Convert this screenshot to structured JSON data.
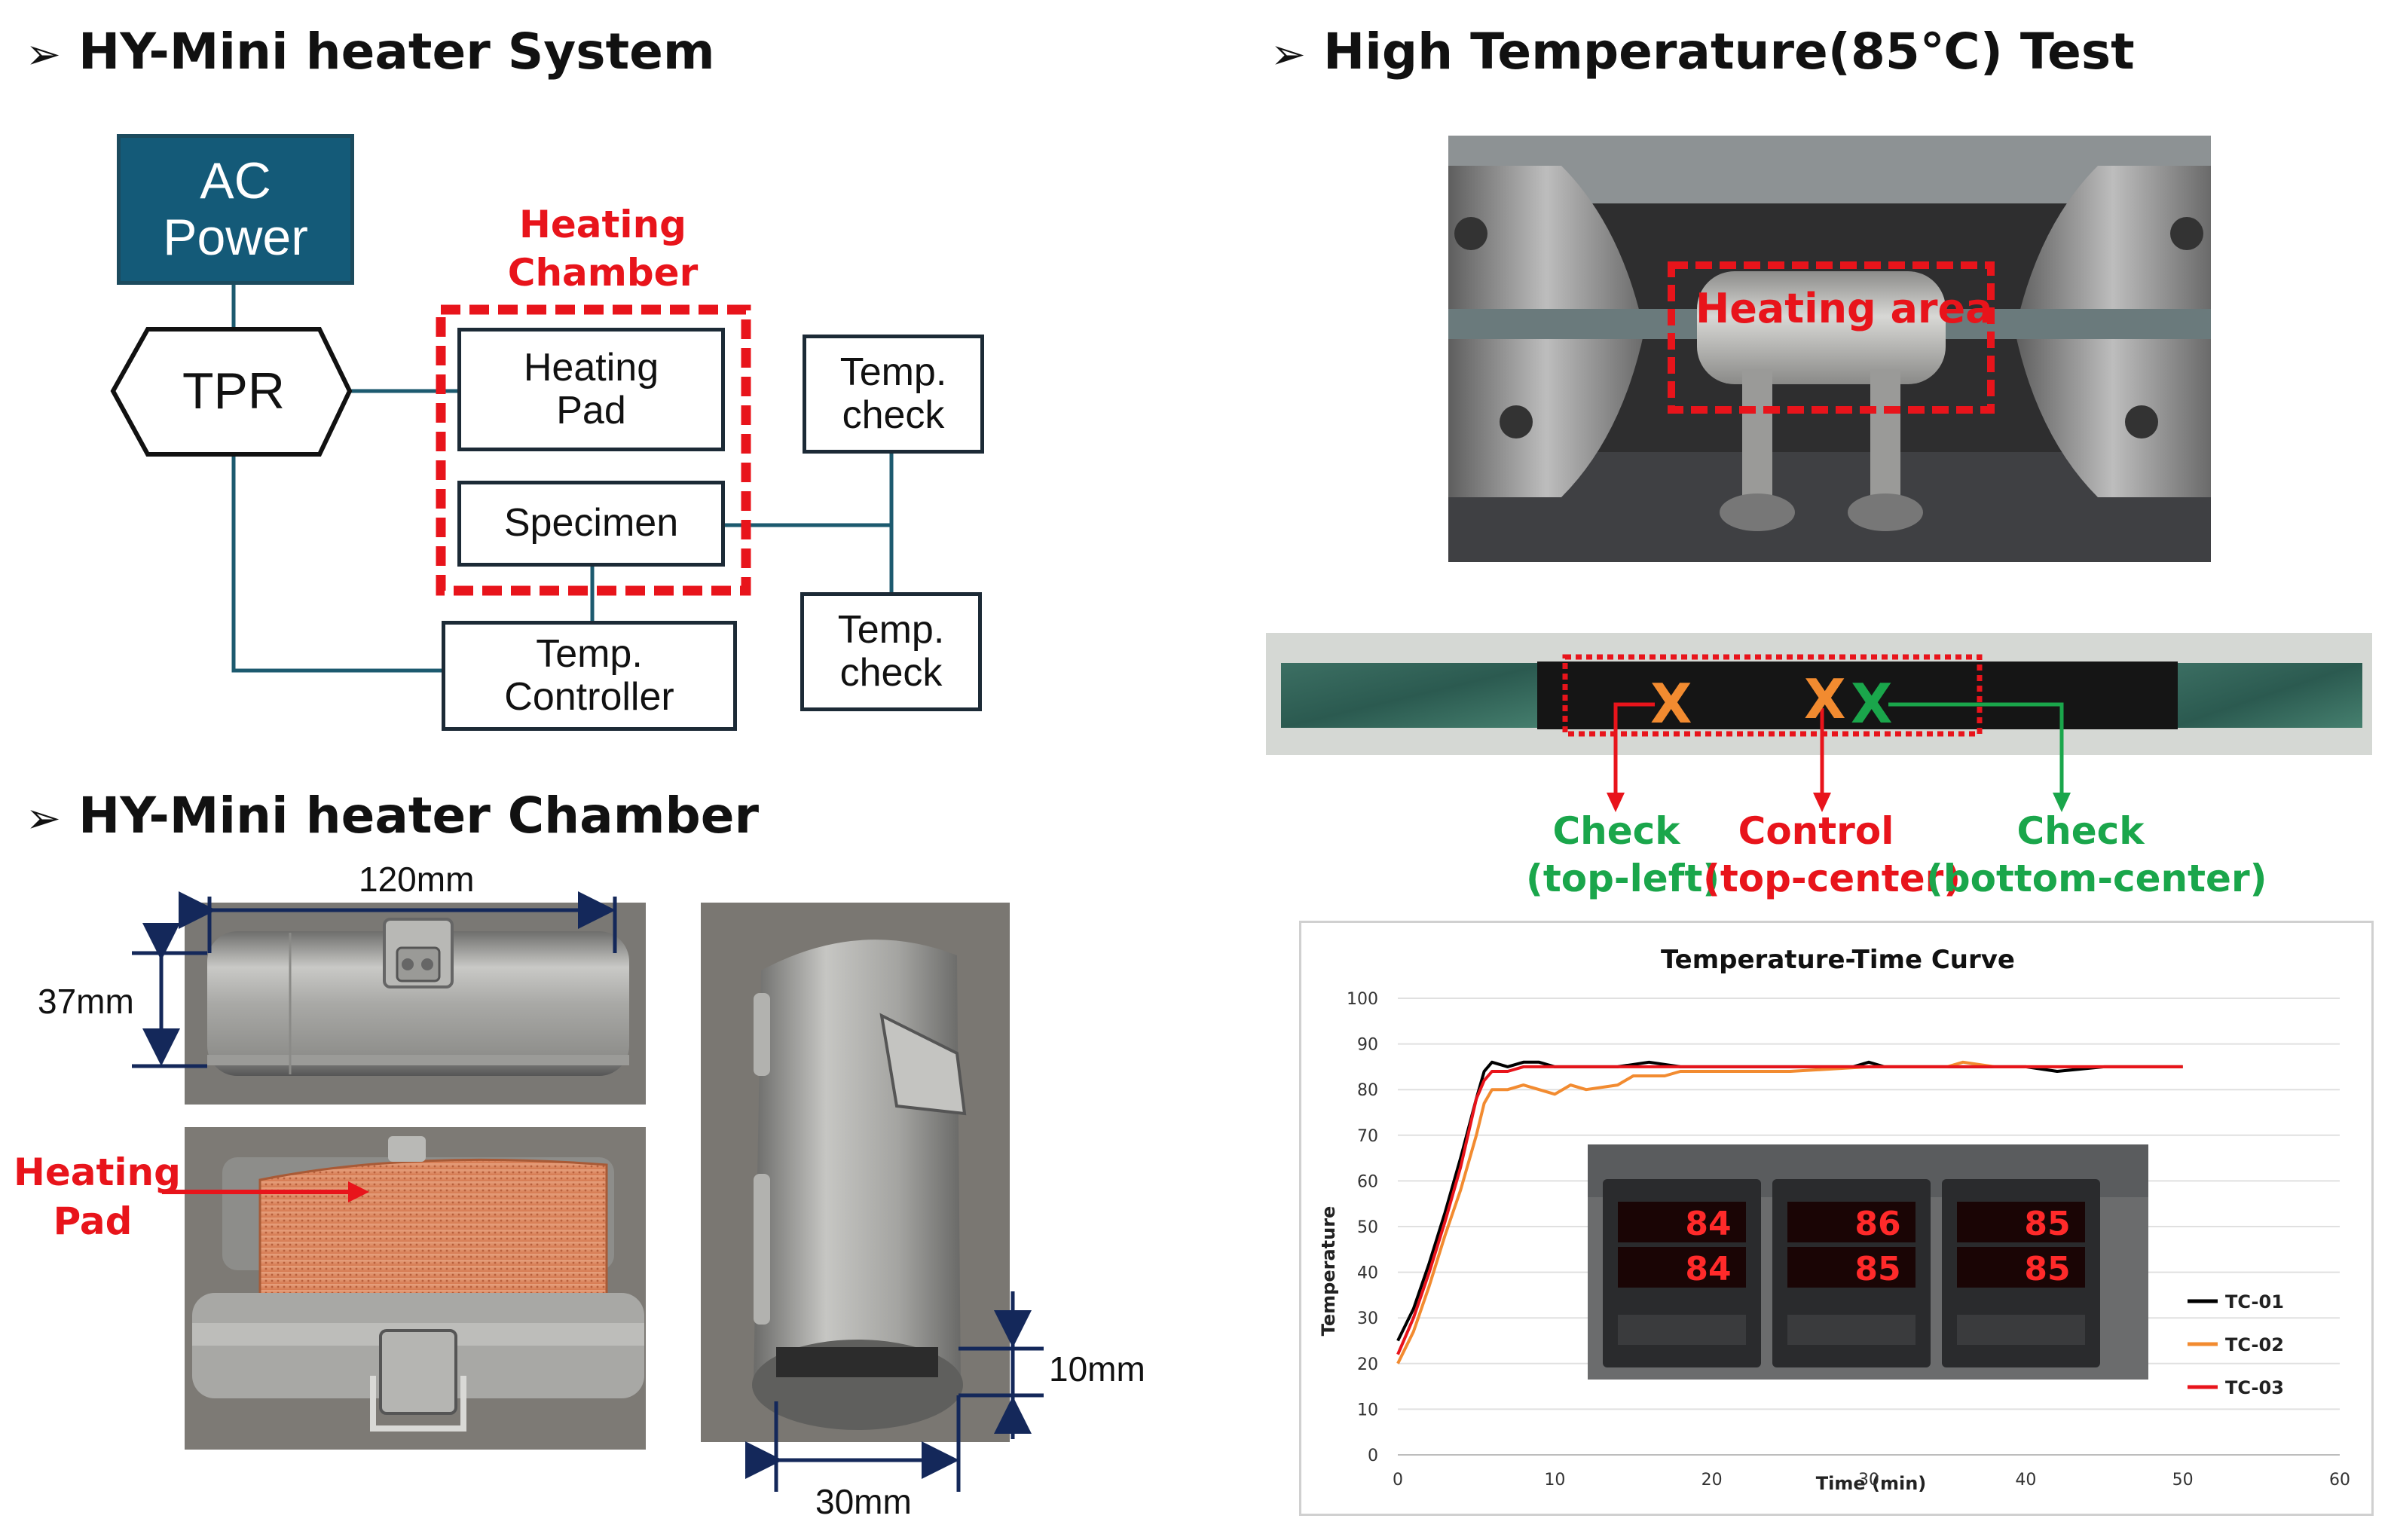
{
  "left": {
    "system_heading": "HY-Mini heater System",
    "diagram": {
      "ac_power_line1": "AC",
      "ac_power_line2": "Power",
      "tpr": "TPR",
      "chamber_label_line1": "Heating",
      "chamber_label_line2": "Chamber",
      "heating_pad_line1": "Heating",
      "heating_pad_line2": "Pad",
      "specimen": "Specimen",
      "temp_controller_line1": "Temp.",
      "temp_controller_line2": "Controller",
      "temp_check_1_line1": "Temp.",
      "temp_check_1_line2": "check",
      "temp_check_2_line1": "Temp.",
      "temp_check_2_line2": "check",
      "line_color": "#1c5a6f",
      "box_fill_dark": "#145a78",
      "dash_color": "#e8141b"
    },
    "chamber_heading": "HY-Mini heater Chamber",
    "dims": {
      "length": "120mm",
      "diameter": "37mm",
      "gap": "10mm",
      "width": "30mm"
    },
    "heating_pad_label_line1": "Heating",
    "heating_pad_label_line2": "Pad"
  },
  "right": {
    "test_heading": "High Temperature(85℃) Test",
    "heating_area_label": "Heating area",
    "markers": [
      "X",
      "X",
      "X"
    ],
    "checks": [
      {
        "line1": "Check",
        "line2": "(top-left)",
        "color": "#1aa64b"
      },
      {
        "line1": "Control",
        "line2": "(top-center)",
        "color": "#e8141b"
      },
      {
        "line1": "Check",
        "line2": "(bottom-center)",
        "color": "#1aa64b"
      }
    ],
    "controller_readings": [
      {
        "pv": "84",
        "sv": "84"
      },
      {
        "pv": "86",
        "sv": "85"
      },
      {
        "pv": "85",
        "sv": "85"
      }
    ]
  },
  "chart_data": {
    "type": "line",
    "title": "Temperature-Time Curve",
    "xlabel": "Time (min)",
    "ylabel": "Temperature",
    "xlim": [
      0,
      60
    ],
    "ylim": [
      0,
      100
    ],
    "xticks": [
      0,
      10,
      20,
      30,
      40,
      50,
      60
    ],
    "yticks": [
      0,
      10,
      20,
      30,
      40,
      50,
      60,
      70,
      80,
      90,
      100
    ],
    "grid": "horizontal",
    "legend": "right",
    "series": [
      {
        "name": "TC-01",
        "color": "#000000",
        "x": [
          0,
          1,
          2,
          3,
          4,
          5,
          5.5,
          6,
          7,
          8,
          9,
          10,
          12,
          14,
          16,
          18,
          20,
          25,
          29,
          30,
          31,
          35,
          40,
          42,
          45,
          50
        ],
        "y": [
          25,
          32,
          42,
          53,
          65,
          78,
          84,
          86,
          85,
          86,
          86,
          85,
          85,
          85,
          86,
          85,
          85,
          85,
          85,
          86,
          85,
          85,
          85,
          84,
          85,
          85
        ]
      },
      {
        "name": "TC-02",
        "color": "#f28b30",
        "x": [
          0,
          1,
          2,
          3,
          4,
          5,
          5.5,
          6,
          7,
          8,
          9,
          10,
          11,
          12,
          14,
          15,
          17,
          18,
          20,
          25,
          30,
          35,
          36,
          38,
          40,
          45,
          50
        ],
        "y": [
          20,
          27,
          37,
          48,
          58,
          70,
          77,
          80,
          80,
          81,
          80,
          79,
          81,
          80,
          81,
          83,
          83,
          84,
          84,
          84,
          85,
          85,
          86,
          85,
          85,
          85,
          85
        ]
      },
      {
        "name": "TC-03",
        "color": "#e8141b",
        "x": [
          0,
          1,
          2,
          3,
          4,
          5,
          5.5,
          6,
          7,
          8,
          10,
          15,
          20,
          25,
          30,
          35,
          40,
          45,
          50
        ],
        "y": [
          22,
          30,
          40,
          51,
          63,
          78,
          82,
          84,
          84,
          85,
          85,
          85,
          85,
          85,
          85,
          85,
          85,
          85,
          85
        ]
      }
    ]
  }
}
